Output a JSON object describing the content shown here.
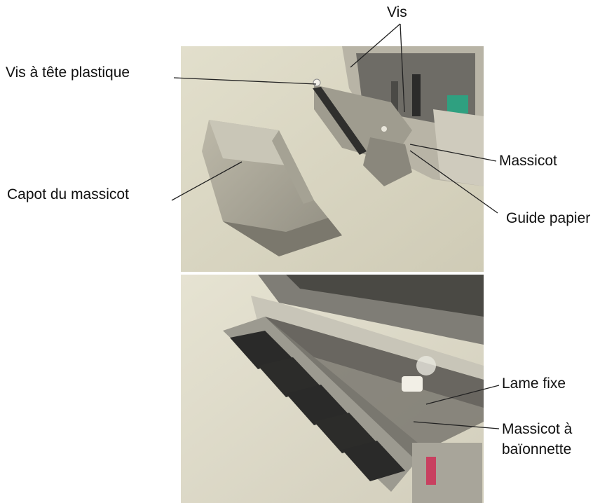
{
  "labels": {
    "vis": "Vis",
    "vis_tete_plastique": "Vis à tête plastique",
    "capot_du_massicot": "Capot du massicot",
    "massicot": "Massicot",
    "guide_papier": "Guide papier",
    "lame_fixe": "Lame fixe",
    "massicot_baionnette_line1": "Massicot à",
    "massicot_baionnette_line2": "baïonnette"
  },
  "colors": {
    "photo_background": "#d8d4c0",
    "metal": "#a9a697",
    "dark_metal": "#3a3a38",
    "accent_green": "#2fa080",
    "leader_line": "#222222"
  }
}
